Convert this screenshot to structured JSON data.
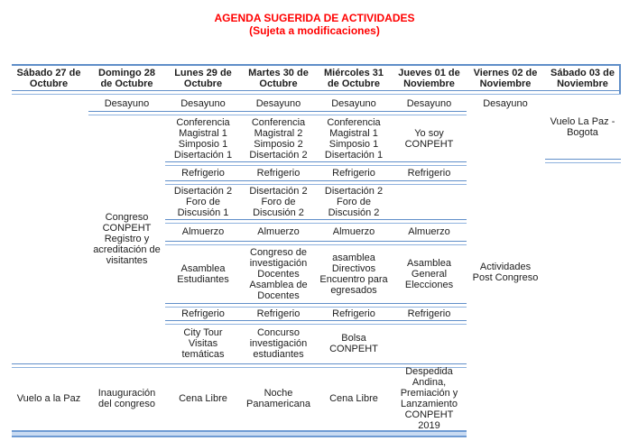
{
  "title": {
    "line1": "AGENDA SUGERIDA DE ACTIVIDADES",
    "line2": "(Sujeta a modificaciones)"
  },
  "colors": {
    "title_red": "#ff0000",
    "border_blue": "#618fc9",
    "border_blue_light": "#8fb2de",
    "bottom_band_fill": "#c9dbf2",
    "text": "#1d1d1d"
  },
  "table": {
    "headers": [
      "Sábado 27 de\nOctubre",
      "Domingo 28\nde Octubre",
      "Lunes 29 de\nOctubre",
      "Martes 30 de\nOctubre",
      "Miércoles 31\nde Octubre",
      "Jueves 01 de\nNoviembre",
      "Viernes 02 de\nNoviembre",
      "Sábado 03 de\nNoviembre"
    ],
    "days": {
      "sat27": {
        "flight": "Vuelo a la Paz"
      },
      "sun28": {
        "breakfast": "Desayuno",
        "congress": "Congreso\nCONPEHT\nRegistro y\nacreditación de\nvisitantes",
        "opening": "Inauguración\ndel congreso"
      },
      "mon29": {
        "breakfast": "Desayuno",
        "morning": "Conferencia\nMagistral 1\nSimposio 1\nDisertación 1",
        "snack1": "Refrigerio",
        "midmorning": "Disertación 2\nForo de\nDiscusión 1",
        "lunch": "Almuerzo",
        "afternoon": "Asamblea\nEstudiantes",
        "snack2": "Refrigerio",
        "late": "City Tour\nVisitas\ntemáticas",
        "evening": "Cena Libre"
      },
      "tue30": {
        "breakfast": "Desayuno",
        "morning": "Conferencia\nMagistral 2\nSimposio 2\nDisertación 2",
        "snack1": "Refrigerio",
        "midmorning": "Disertación 2\nForo de\nDiscusión 2",
        "lunch": "Almuerzo",
        "afternoon": "Congreso de\ninvestigación\nDocentes\nAsamblea de\nDocentes",
        "snack2": "Refrigerio",
        "late": "Concurso\ninvestigación\nestudiantes",
        "evening": "Noche\nPanamericana"
      },
      "wed31": {
        "breakfast": "Desayuno",
        "morning": "Conferencia\nMagistral 1\nSimposio 1\nDisertación 1",
        "snack1": "Refrigerio",
        "midmorning": "Disertación 2\nForo de\nDiscusión 2",
        "lunch": "Almuerzo",
        "afternoon": "asamblea\nDirectivos\nEncuentro para\negresados",
        "snack2": "Refrigerio",
        "late": "Bolsa\nCONPEHT",
        "evening": "Cena Libre"
      },
      "thu01": {
        "breakfast": "Desayuno",
        "morning": "Yo soy\nCONPEHT",
        "snack1": "Refrigerio",
        "lunch": "Almuerzo",
        "afternoon": "Asamblea\nGeneral\nElecciones",
        "snack2": "Refrigerio",
        "evening": "Despedida\nAndina,\nPremiación y\nLanzamiento\nCONPEHT\n2019"
      },
      "fri02": {
        "breakfast": "Desayuno",
        "post": "Actividades\nPost Congreso"
      },
      "sat03": {
        "flight": "Vuelo La Paz -\nBogota"
      }
    }
  }
}
